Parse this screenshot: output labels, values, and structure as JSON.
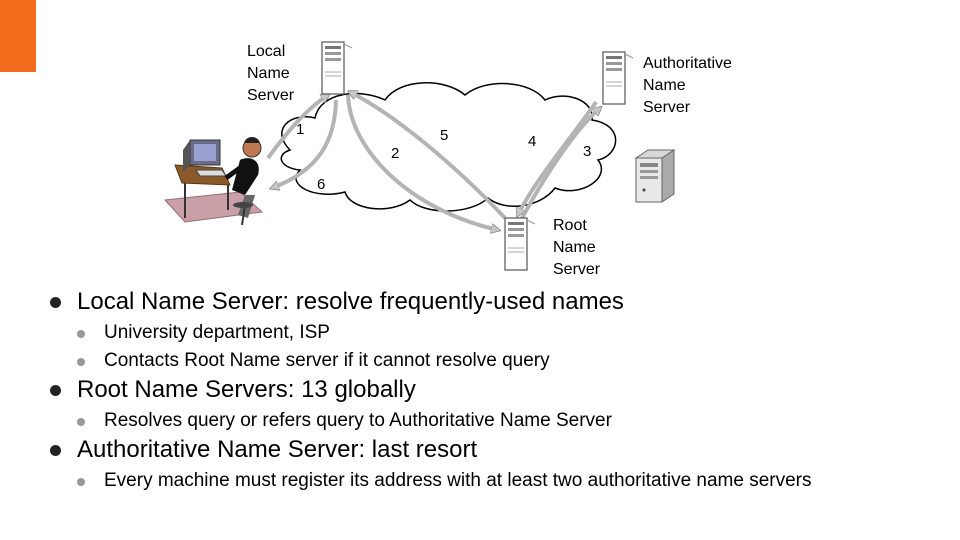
{
  "accent_color": "#f36b1d",
  "diagram": {
    "labels": {
      "local": "Local\nName\nServer",
      "authoritative": "Authoritative\nName\nServer",
      "root": "Root\nName\nServer"
    },
    "steps": [
      "1",
      "2",
      "3",
      "4",
      "5",
      "6"
    ],
    "icons": [
      "server-icon",
      "server-icon",
      "server-icon",
      "server-tower-icon",
      "user-at-computer-icon",
      "cloud-icon"
    ]
  },
  "bullets": [
    {
      "text": "Local Name Server:  resolve frequently-used names",
      "children": [
        "University department, ISP",
        "Contacts Root Name server if it cannot resolve query"
      ]
    },
    {
      "text": "Root Name Servers:  13 globally",
      "children": [
        "Resolves query or refers query to Authoritative Name Server"
      ]
    },
    {
      "text": "Authoritative Name Server:  last resort",
      "children": [
        "Every machine must register its address with at least two authoritative name servers"
      ]
    }
  ]
}
